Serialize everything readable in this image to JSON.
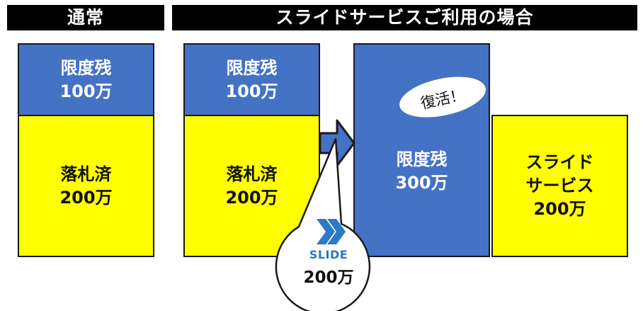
{
  "headers": {
    "normal": "通常",
    "slide_case": "スライドサービスご利用の場合"
  },
  "normal": {
    "limit_label": "限度残",
    "limit_value": "100万",
    "won_label": "落札済",
    "won_value": "200万"
  },
  "before": {
    "limit_label": "限度残",
    "limit_value": "100万",
    "won_label": "落札済",
    "won_value": "200万"
  },
  "after": {
    "limit_label": "限度残",
    "limit_value": "300万",
    "revive_text": "復活！"
  },
  "slide_service": {
    "line1": "スライド",
    "line2": "サービス",
    "value": "200万"
  },
  "slide_callout": {
    "logo_text": "SLIDE",
    "amount": "200万"
  },
  "colors": {
    "blue": "#4472c4",
    "yellow": "#ffff00",
    "header": "#000000",
    "logo": "#2b79c7"
  },
  "icons": [
    "right-arrow-icon",
    "slide-logo-icon",
    "speech-bubble-icon"
  ]
}
